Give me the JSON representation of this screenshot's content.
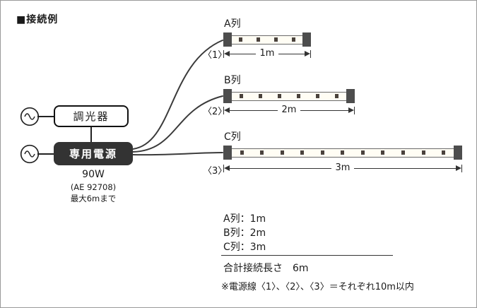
{
  "diagram": {
    "title": "■接続例"
  },
  "power": {
    "dimmer_label": "調光器",
    "psu_label": "専用電源",
    "psu_wattage": "90W",
    "psu_model": "(AE 92708)",
    "psu_max_length": "最大6mまで"
  },
  "strips": [
    {
      "name": "A列",
      "cable_label": "〈1〉",
      "length": "1m",
      "leds": 4
    },
    {
      "name": "B列",
      "cable_label": "〈2〉",
      "length": "2m",
      "leds": 6
    },
    {
      "name": "C列",
      "cable_label": "〈3〉",
      "length": "3m",
      "leds": 11
    }
  ],
  "summary": {
    "line_a": "A列：1m",
    "line_b": "B列：2m",
    "line_c": "C列：3m",
    "total": "合計接続長さ　6m",
    "note": "※電源線〈1〉、〈2〉、〈3〉＝それぞれ10m以内"
  },
  "colors": {
    "psu_background": "#333333",
    "strip_cap": "#4d4d4d",
    "led_chip": "#4a423c"
  }
}
